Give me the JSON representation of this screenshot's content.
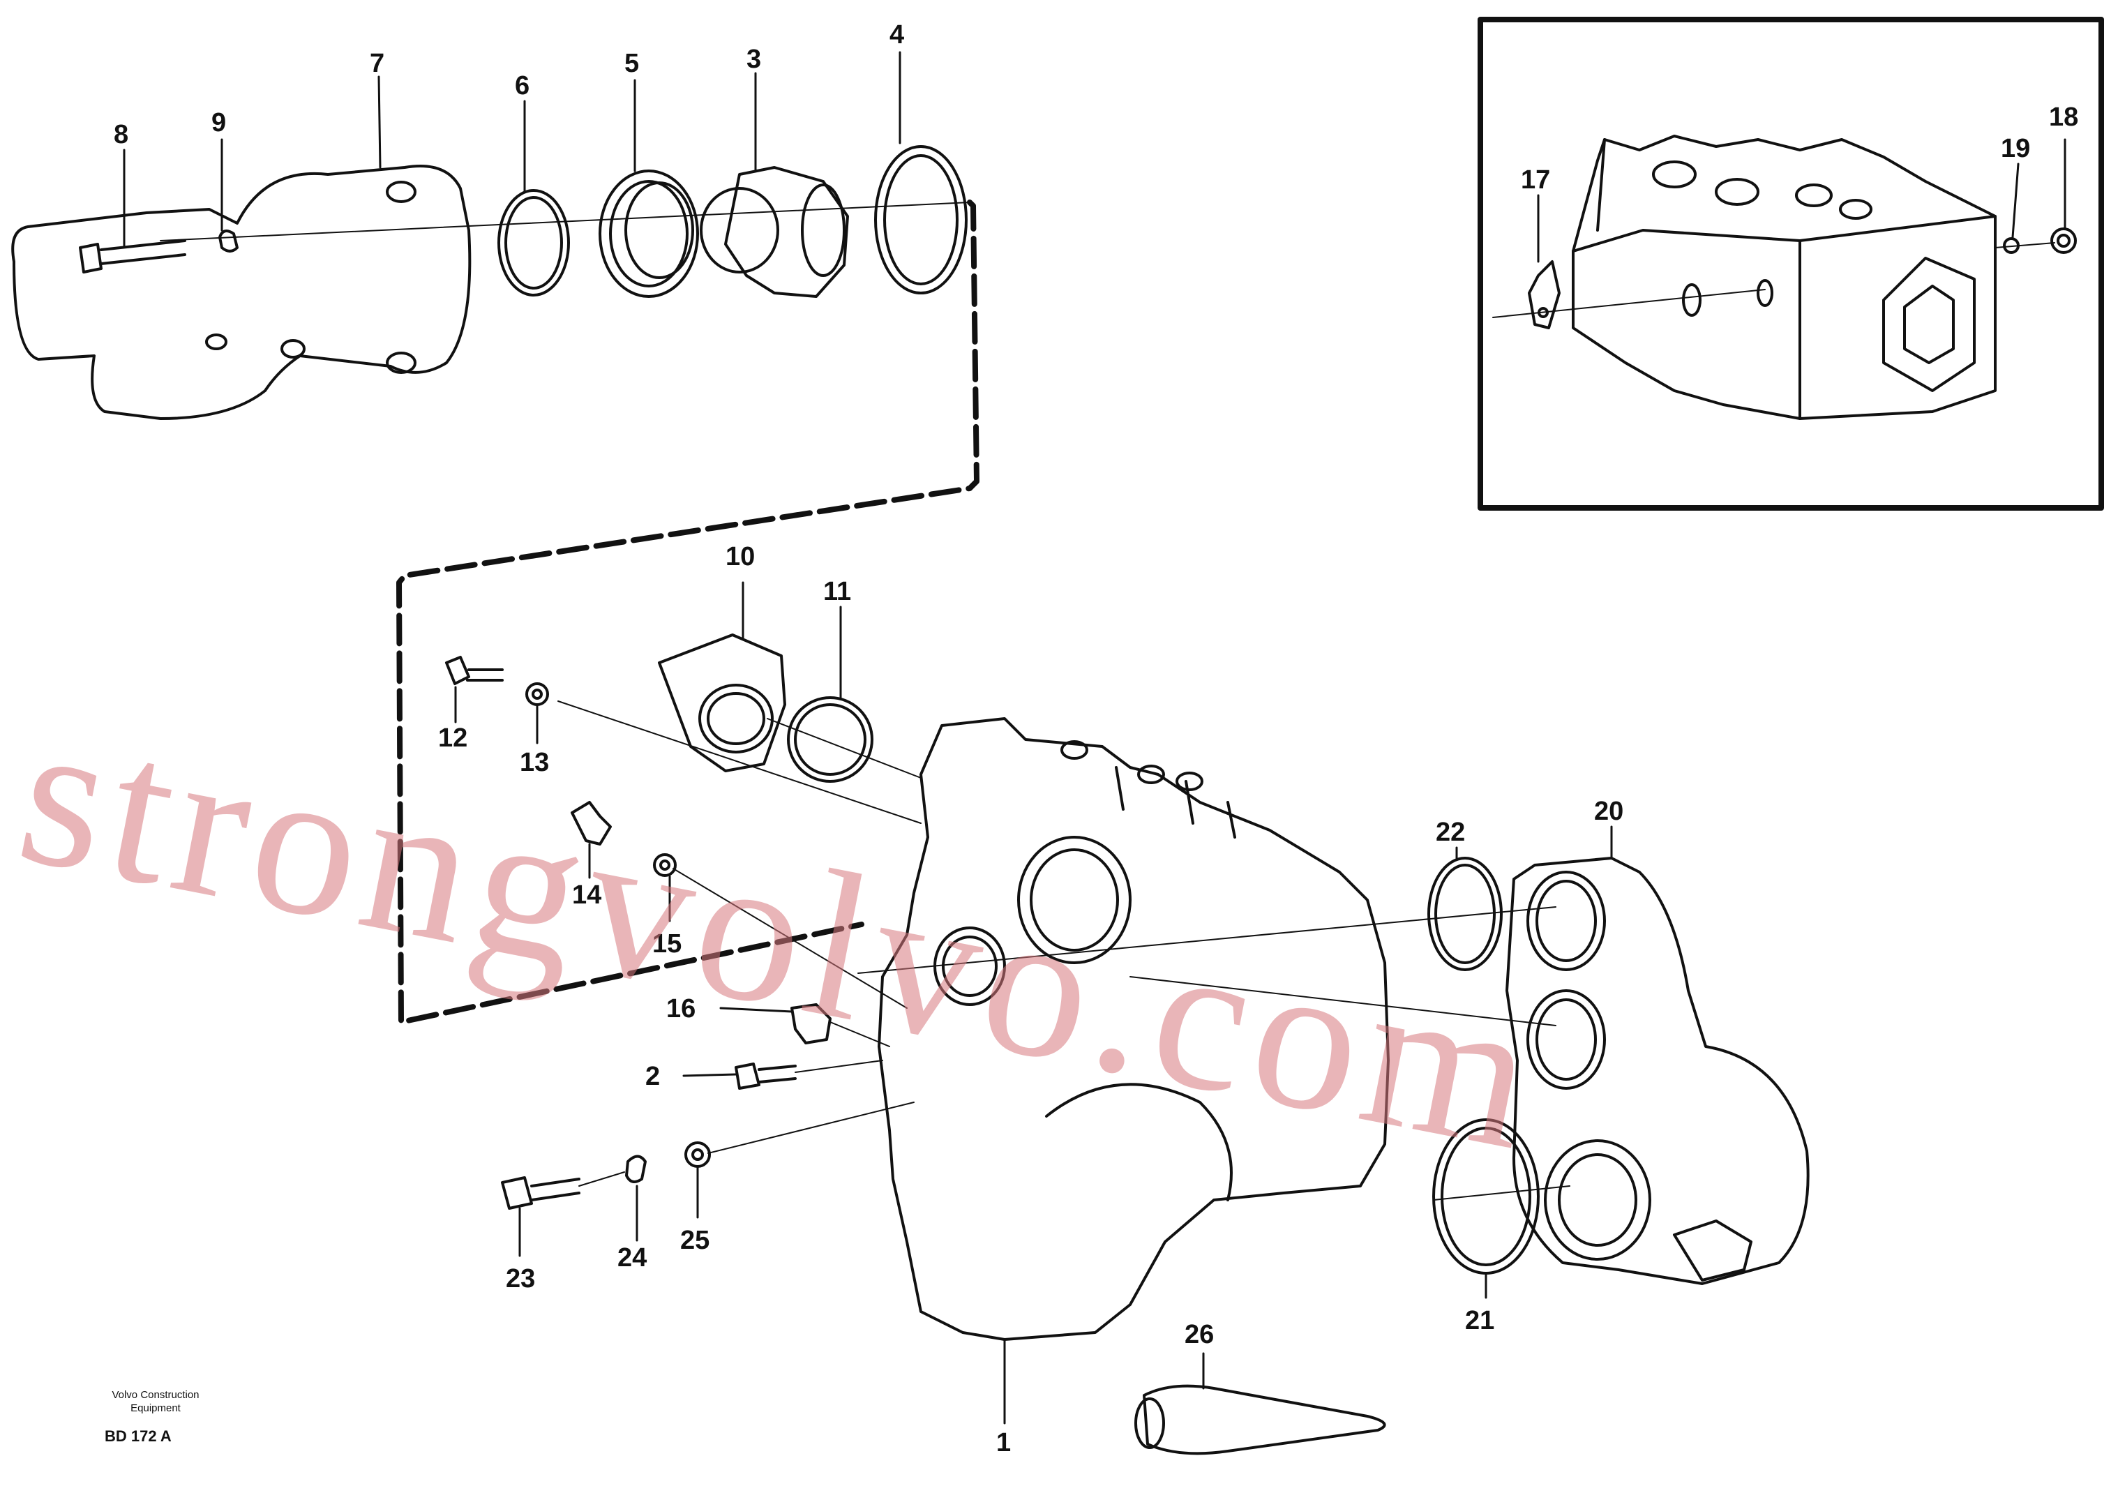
{
  "labels": {
    "l1": "1",
    "l2": "2",
    "l3": "3",
    "l4": "4",
    "l5": "5",
    "l6": "6",
    "l7": "7",
    "l8": "8",
    "l9": "9",
    "l10": "10",
    "l11": "11",
    "l12": "12",
    "l13": "13",
    "l14": "14",
    "l15": "15",
    "l16": "16",
    "l17": "17",
    "l18": "18",
    "l19": "19",
    "l20": "20",
    "l21": "21",
    "l22": "22",
    "l23": "23",
    "l24": "24",
    "l25": "25",
    "l26": "26"
  },
  "footer": {
    "company_line1": "Volvo Construction",
    "company_line2": "Equipment",
    "drawing_code": "BD 172 A"
  },
  "watermark": "strongvolvo.com"
}
